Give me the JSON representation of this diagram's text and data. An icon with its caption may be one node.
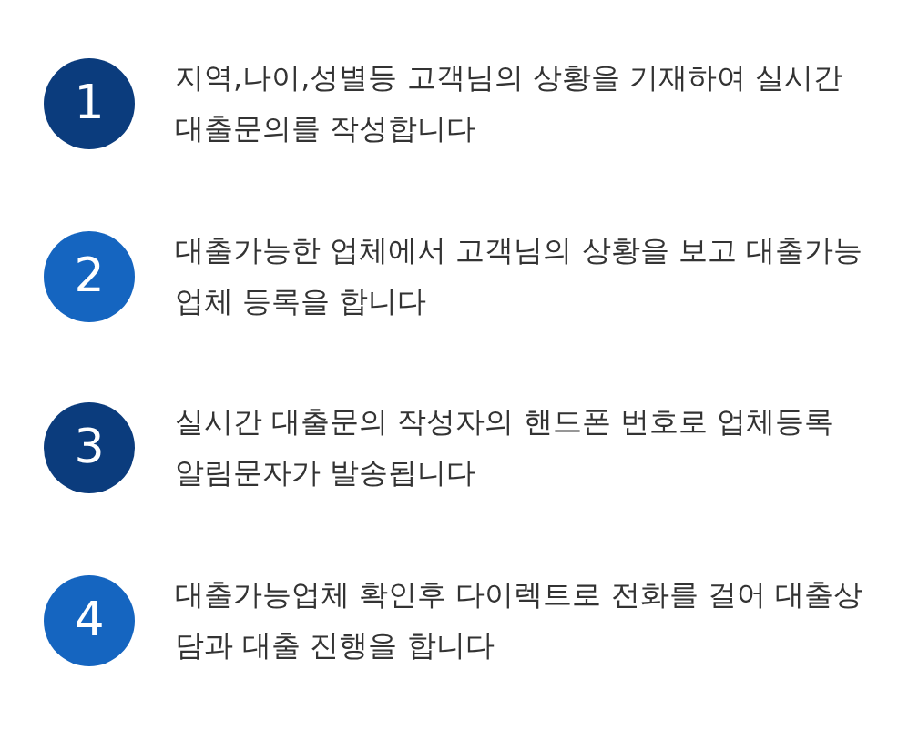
{
  "diagram": {
    "nodes": [
      {
        "text": [
          "1"
        ],
        "beside": [
          "지역,나이,성별등 고객님의 상황을 기재하여 실시간 대출문의를 작성합니다"
        ]
      },
      {
        "text": [
          "2"
        ],
        "beside": [
          "대출가능한 업체에서 고객님의 상황을 보고 대출가능업체 등록을 합니다"
        ]
      },
      {
        "text": [
          "3"
        ],
        "beside": [
          "실시간 대출문의 작성자의 핸드폰 번호로 업체등록 알림문자가 발송됩니다"
        ]
      },
      {
        "text": [
          "4"
        ],
        "beside": [
          "대출가능업체 확인후 다이렉트로 전화를 걸어 대출상담과 대출 진행을 합니다"
        ]
      }
    ]
  }
}
